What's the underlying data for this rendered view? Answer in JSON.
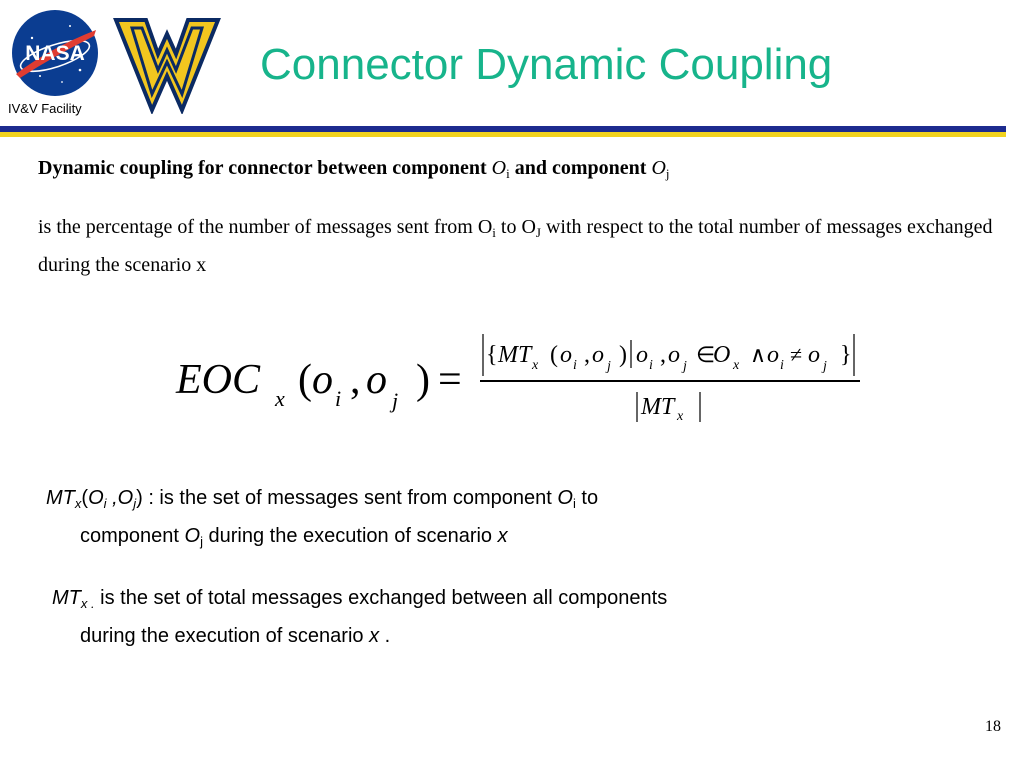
{
  "header": {
    "logo_nasa_text": "NASA",
    "facility_label": "IV&V Facility",
    "title": "Connector Dynamic Coupling"
  },
  "definition": {
    "heading_prefix": "Dynamic coupling  for connector between component ",
    "heading_oi_base": "O",
    "heading_oi_sub": "i",
    "heading_mid": " and component ",
    "heading_oj_base": "O",
    "heading_oj_sub": "j",
    "body_part1": "is the percentage of the number of messages sent from O",
    "body_oi_sub": "i",
    "body_part2": " to   O",
    "body_oj_sub": "J",
    "body_part3": "  with respect to the total number of messages exchanged during  the scenario  x"
  },
  "formula": {
    "lhs": "EOC",
    "lhs_sub": "x",
    "lhs_open": "(",
    "lhs_o1": "o",
    "lhs_o1_sub": "i",
    "lhs_comma": ",",
    "lhs_o2": "o",
    "lhs_o2_sub": "j",
    "lhs_close": ")",
    "equals": "=",
    "num_open": "{",
    "num_MT": "MT",
    "num_x": "x",
    "num_paren_open": "(",
    "num_o": "o",
    "num_i": "i",
    "num_comma": ",",
    "num_j": "j",
    "num_paren_close": ")",
    "num_bar": "|",
    "num_elem": "∈",
    "num_O": "O",
    "num_and": "∧",
    "num_neq": "≠",
    "num_close": "}",
    "den_MT": "MT",
    "den_x": "x"
  },
  "descriptions": {
    "d1_MT": "MT",
    "d1_x": "x",
    "d1_open": "(",
    "d1_Oi": "O",
    "d1_i": "i",
    "d1_comma": " ,",
    "d1_Oj": "O",
    "d1_j": "j",
    "d1_close": ")",
    "d1_text1": " : is  the set of messages sent from component ",
    "d1_O2": "O",
    "d1_sub2": "i",
    "d1_text2": " to",
    "d1_line2a": "component ",
    "d1_O3": "O",
    "d1_sub3": "j",
    "d1_line2b": " during the execution of scenario  ",
    "d1_x2": "x",
    "d2_MT": "MT",
    "d2_sub": "x .",
    "d2_text1": " is the set of total messages exchanged between all components",
    "d2_line2": "during the execution of scenario ",
    "d2_x": "x",
    "d2_end": " ."
  },
  "page_number": "18",
  "colors": {
    "title": "#17b48b",
    "bar_blue": "#1d2b8f",
    "bar_yellow": "#f2d21e",
    "nasa_blue": "#0b3d91",
    "nasa_red": "#e03c31",
    "wv_gold": "#f2c61f",
    "wv_navy": "#0b2a63"
  }
}
